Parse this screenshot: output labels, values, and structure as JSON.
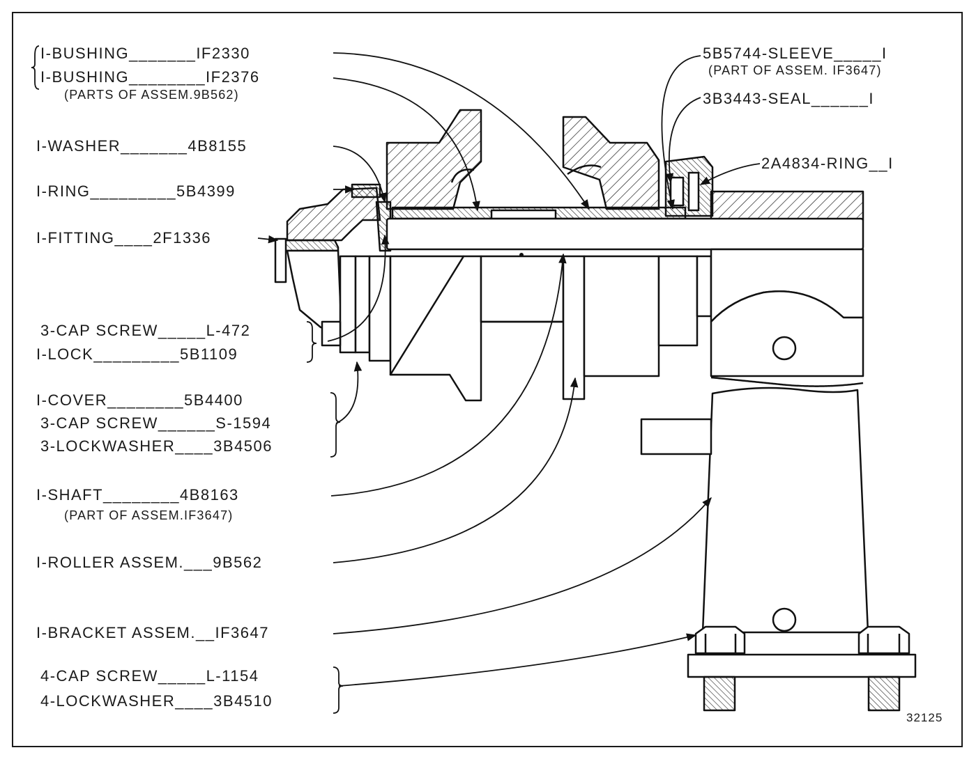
{
  "figure_number": "32125",
  "callouts_left": [
    {
      "text": "I-BUSHING_______IF2330"
    },
    {
      "text": "I-BUSHING________IF2376"
    },
    {
      "text": "(PARTS OF ASSEM.9B562)"
    },
    {
      "text": "I-WASHER_______4B8155"
    },
    {
      "text": "I-RING_________5B4399"
    },
    {
      "text": "I-FITTING____2F1336"
    },
    {
      "text": "3-CAP SCREW_____L-472"
    },
    {
      "text": "I-LOCK_________5B1109"
    },
    {
      "text": "I-COVER________5B4400"
    },
    {
      "text": "3-CAP SCREW______S-1594"
    },
    {
      "text": "3-LOCKWASHER____3B4506"
    },
    {
      "text": "I-SHAFT________4B8163"
    },
    {
      "text": "(PART OF ASSEM.IF3647)"
    },
    {
      "text": "I-ROLLER ASSEM.___9B562"
    },
    {
      "text": "I-BRACKET ASSEM.__IF3647"
    },
    {
      "text": "4-CAP SCREW_____L-1154"
    },
    {
      "text": "4-LOCKWASHER____3B4510"
    }
  ],
  "callouts_right": [
    {
      "text": "5B5744-SLEEVE_____I"
    },
    {
      "text": "(PART OF ASSEM. IF3647)"
    },
    {
      "text": "3B3443-SEAL______I"
    },
    {
      "text": "2A4834-RING__I"
    }
  ]
}
